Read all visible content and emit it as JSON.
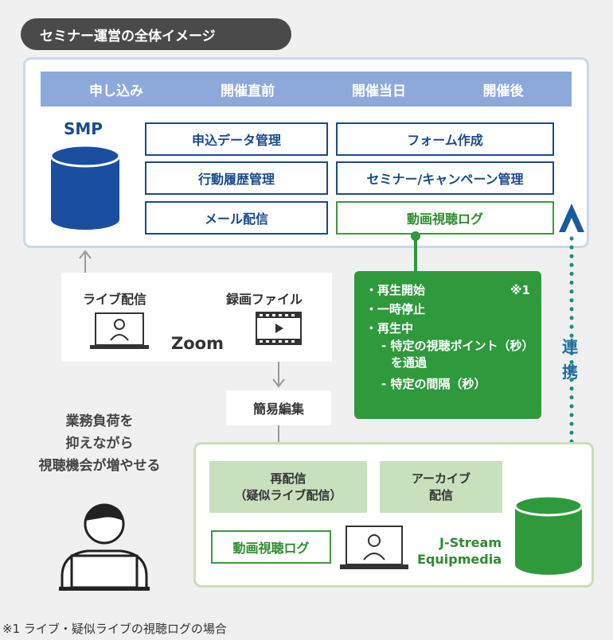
{
  "header": {
    "title": "セミナー運営の全体イメージ"
  },
  "flow_steps": [
    "申し込み",
    "開催直前",
    "開催当日",
    "開催後"
  ],
  "smp": {
    "label": "SMP",
    "functions": [
      "申込データ管理",
      "フォーム作成",
      "行動履歴管理",
      "セミナー/キャンペーン管理",
      "メール配信",
      "動画視聴ログ"
    ]
  },
  "zoom": {
    "live_label": "ライブ配信",
    "recording_label": "録画ファイル",
    "name": "Zoom"
  },
  "simple_edit": "簡易編集",
  "log_note": {
    "footnote_mark": "※1",
    "items": [
      "・再生開始",
      "・一時停止",
      "・再生中"
    ],
    "subitems": [
      "- 特定の視聴ポイント（秒）を通過",
      "- 特定の間隔（秒）"
    ]
  },
  "renkei": [
    "連",
    "携"
  ],
  "jstream": {
    "redistribution": [
      "再配信",
      "（疑似ライブ配信）"
    ],
    "archive": [
      "アーカイブ",
      "配信"
    ],
    "log": "動画視聴ログ",
    "name": [
      "J-Stream",
      "Equipmedia"
    ]
  },
  "left_message": [
    "業務負荷を",
    "抑えながら",
    "視聴機会が増やせる"
  ],
  "footnote": "※1 ライブ・疑似ライブの視聴ログの場合",
  "colors": {
    "navy": "#1a4a8e",
    "step_blue": "#8da9db",
    "green": "#2e9a3c",
    "light_green": "#c8e0bc",
    "teal_dots": "#1f6fa0"
  }
}
